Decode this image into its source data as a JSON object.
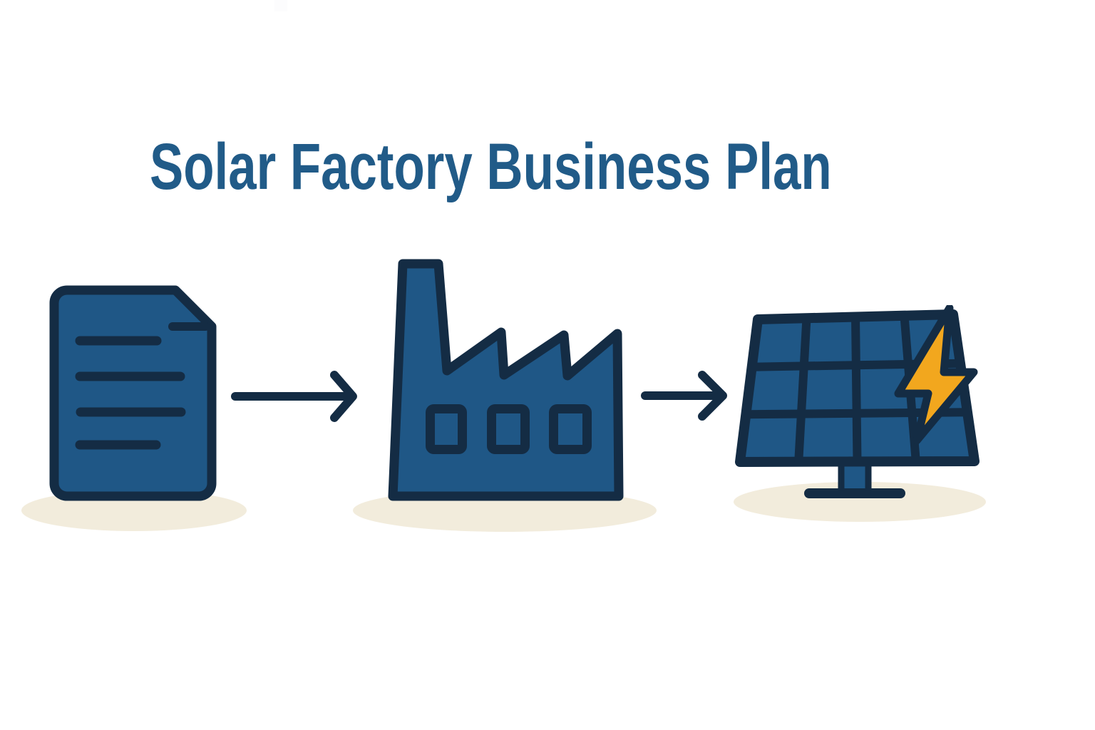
{
  "title": "Solar Factory Business Plan",
  "colors": {
    "background": "#ffffff",
    "title": "#215b88",
    "icon_fill": "#1f5786",
    "icon_outline": "#142c44",
    "bolt": "#f2a71e",
    "shadow": "#f2ecdc",
    "artifact": "#fcfcfd"
  },
  "flow": {
    "steps": [
      {
        "id": "plan-document",
        "icon": "document-icon"
      },
      {
        "id": "factory",
        "icon": "factory-icon"
      },
      {
        "id": "solar-energy",
        "icon": "solar-panel-energy-icon"
      }
    ],
    "connectors": [
      {
        "id": "connector-1",
        "icon": "arrow-right-icon"
      },
      {
        "id": "connector-2",
        "icon": "arrow-right-icon"
      }
    ]
  }
}
